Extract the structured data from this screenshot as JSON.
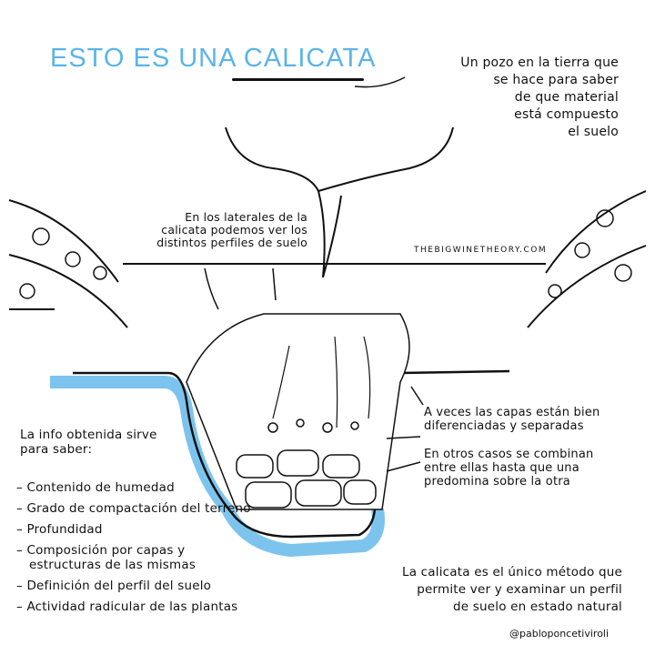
{
  "title": "ESTO ES UNA CALICATA",
  "definition": [
    "Un pozo en la tierra que",
    "se hace para saber",
    "de que material",
    "está compuesto",
    "el suelo"
  ],
  "laterals_note": [
    "En los laterales de la",
    "calicata podemos ver los",
    "distintos perfiles de suelo"
  ],
  "watermark": "THEBIGWINETHEORY.COM",
  "info_intro": [
    "La info obtenida sirve",
    "para saber:"
  ],
  "info_items": [
    "– Contenido de humedad",
    "– Grado de compactación del terreno",
    "– Profundidad",
    "– Composición por capas y estructuras de las mismas",
    "– Definición del perfil del suelo",
    "– Actividad radicular de las plantas"
  ],
  "layers_note_1": [
    "A veces las capas están bien",
    "diferenciadas y separadas"
  ],
  "layers_note_2": [
    "En otros casos se combinan",
    "entre ellas hasta que una",
    "predomina sobre la otra"
  ],
  "conclusion": [
    "La calicata es el único método que",
    "permite ver y examinar un perfil",
    "de suelo en estado natural"
  ],
  "handle": "@pabloponcetiviroli",
  "colors": {
    "accent": "#5bb4e8",
    "ink": "#111111"
  }
}
